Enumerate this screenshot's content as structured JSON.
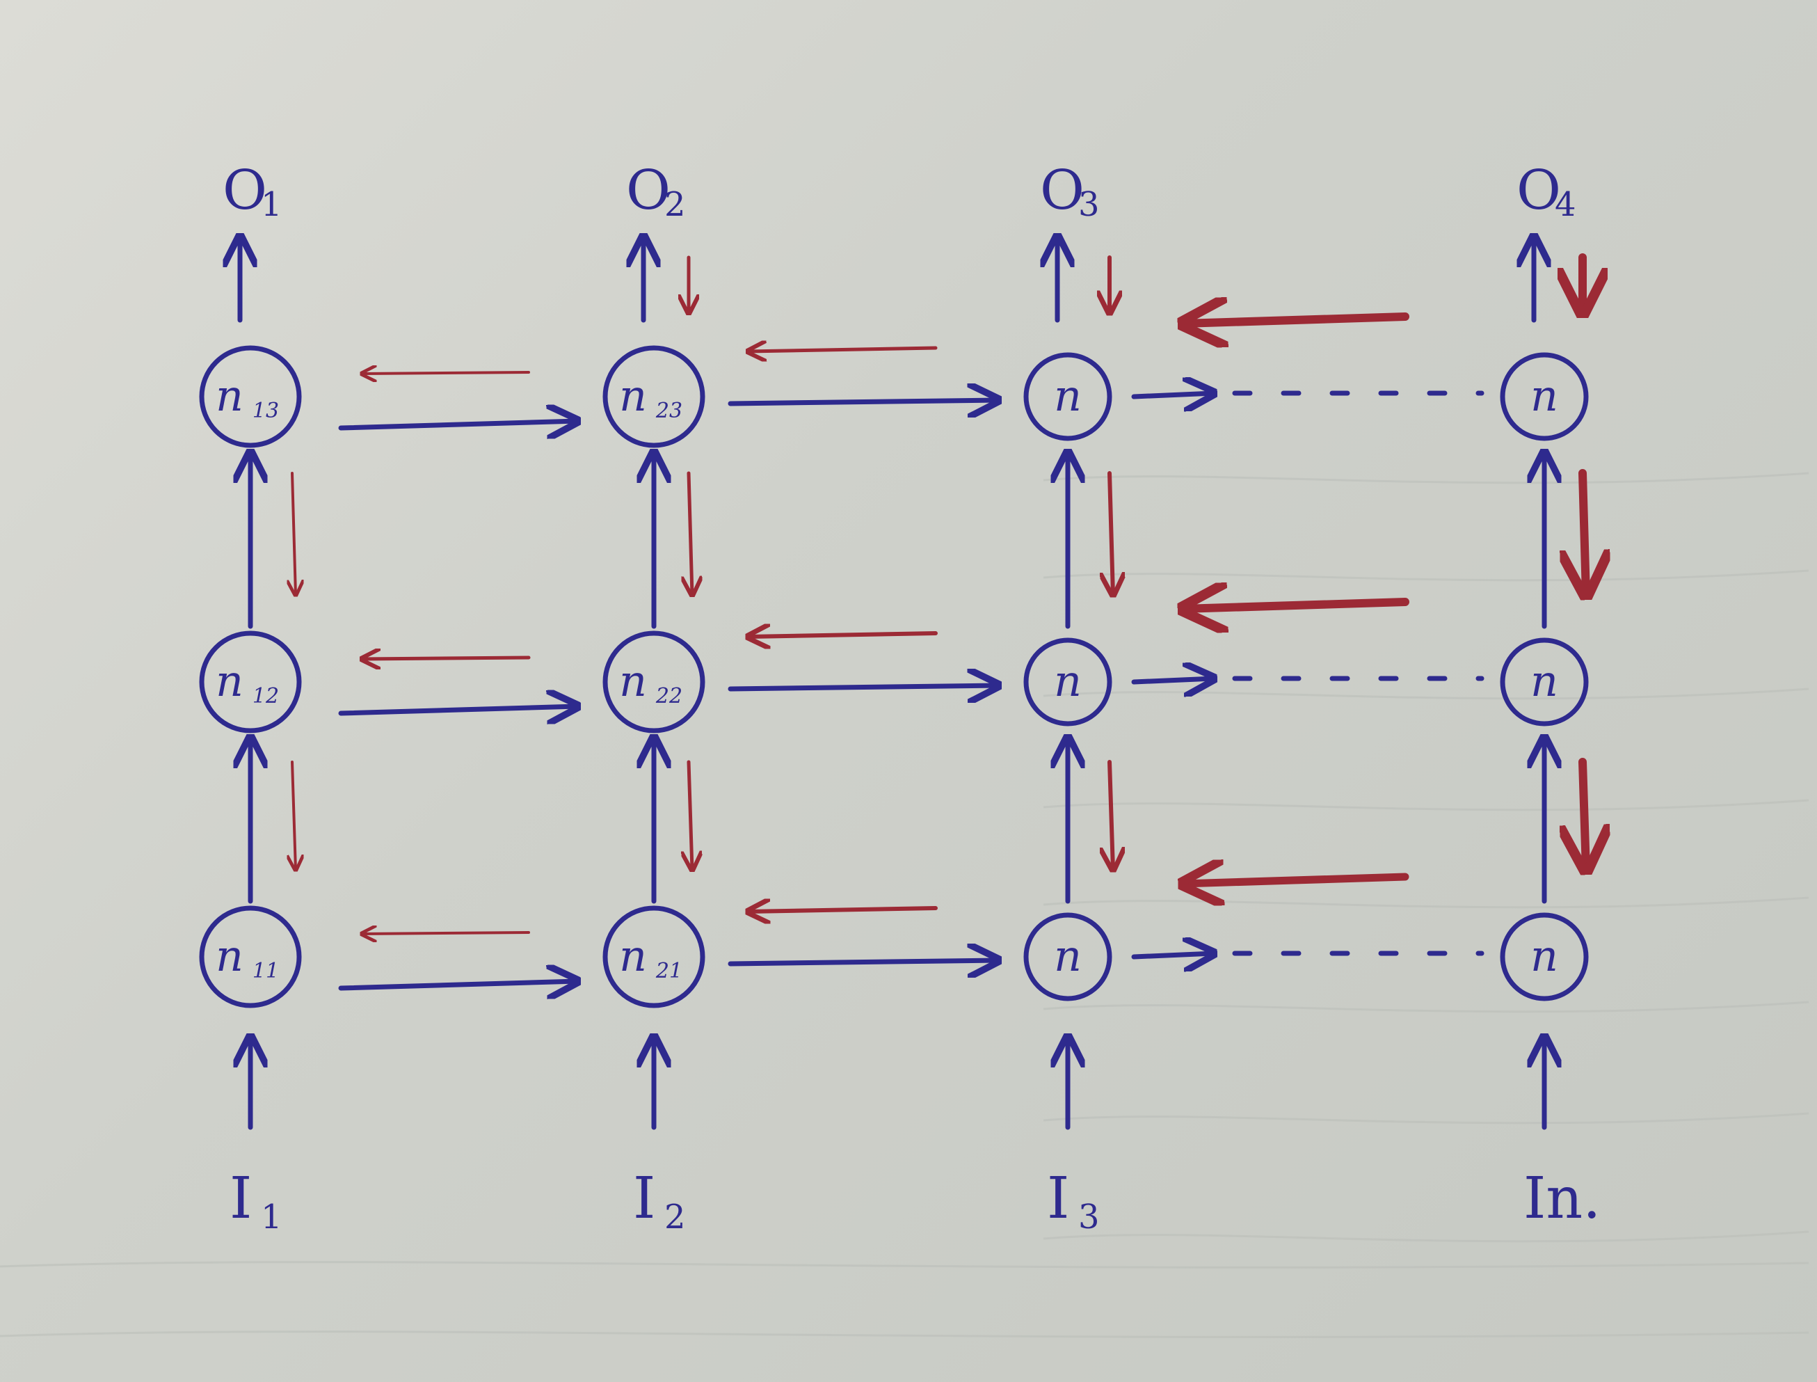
{
  "diagram": {
    "outputs": [
      "O",
      "O",
      "O",
      "O"
    ],
    "output_subscripts": [
      "1",
      "2",
      "3",
      "4"
    ],
    "inputs": [
      "I",
      "I",
      "I",
      "In."
    ],
    "input_subscripts": [
      "1",
      "2",
      "3",
      ""
    ],
    "nodes": [
      {
        "id": "n13",
        "text": "n",
        "sub": "13"
      },
      {
        "id": "n23",
        "text": "n",
        "sub": "23"
      },
      {
        "id": "n33",
        "text": "n",
        "sub": ""
      },
      {
        "id": "n43",
        "text": "n",
        "sub": ""
      },
      {
        "id": "n12",
        "text": "n",
        "sub": "12"
      },
      {
        "id": "n22",
        "text": "n",
        "sub": "22"
      },
      {
        "id": "n32",
        "text": "n",
        "sub": ""
      },
      {
        "id": "n42",
        "text": "n",
        "sub": ""
      },
      {
        "id": "n11",
        "text": "n",
        "sub": "11"
      },
      {
        "id": "n21",
        "text": "n",
        "sub": "21"
      },
      {
        "id": "n31",
        "text": "n",
        "sub": ""
      },
      {
        "id": "n41",
        "text": "n",
        "sub": ""
      }
    ],
    "colors": {
      "forward": "#2e2a8e",
      "backward": "#9c2a35",
      "paper": "#d4d6d0"
    }
  }
}
